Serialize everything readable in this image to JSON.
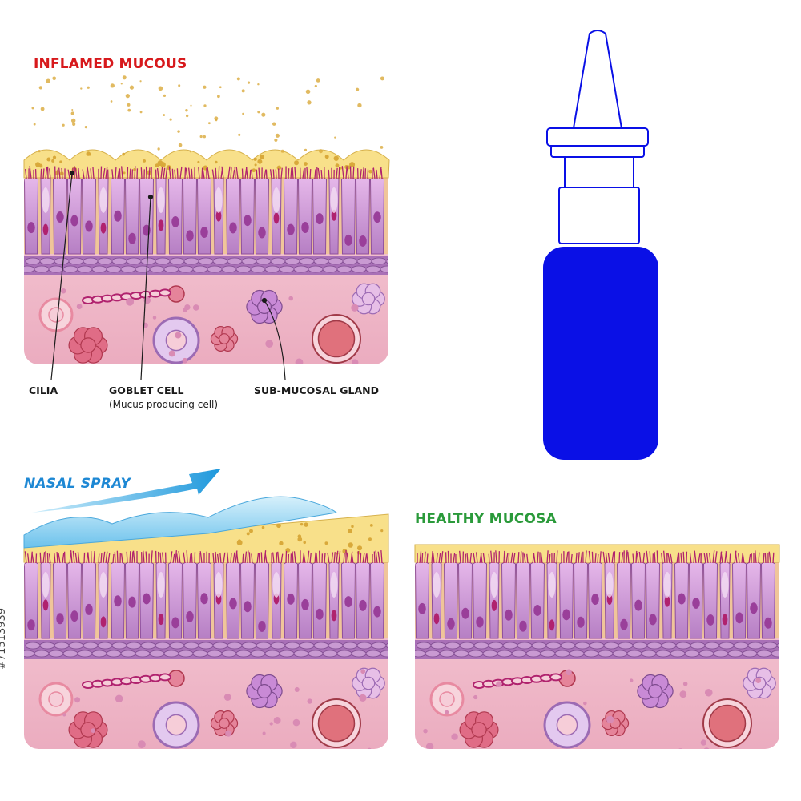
{
  "titles": {
    "inflamed": "INFLAMED MUCOUS",
    "nasal_spray": "NASAL SPRAY",
    "healthy": "HEALTHY MUCOSA"
  },
  "labels": {
    "cilia": "CILIA",
    "goblet_cell": "GOBLET CELL",
    "goblet_cell_sub": "(Mucus producing cell)",
    "submucosal_gland": "SUB-MUCOSAL GLAND"
  },
  "side_id": "#71513939",
  "colors": {
    "inflamed_title": "#d7191c",
    "spray_title": "#1e88d4",
    "healthy_title": "#2a9a3a",
    "bottle": "#0a10e6",
    "mucus": "#f8e08a",
    "epithelium": "#c98ccf",
    "tissue": "#f3bfcc",
    "spray_fluid": "#8fd0f0",
    "arrow": "#1ea0e0"
  }
}
